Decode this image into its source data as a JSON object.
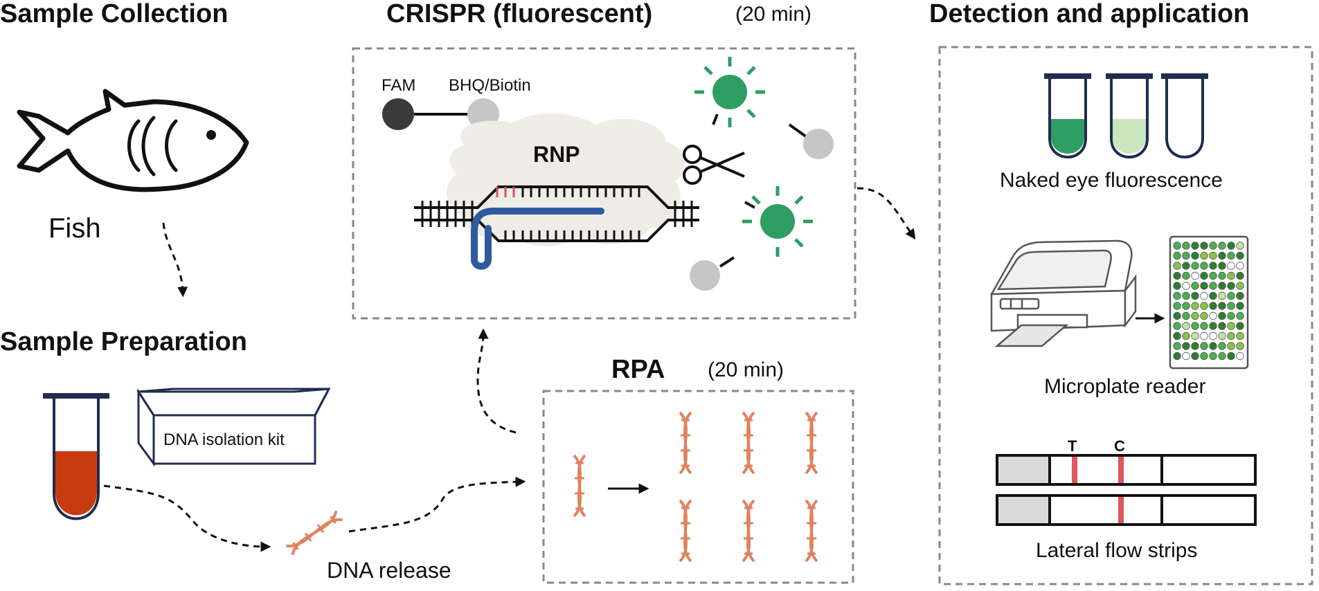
{
  "headings": {
    "sample_collection": "Sample Collection",
    "crispr": "CRISPR (fluorescent)",
    "crispr_time": "(20 min)",
    "detection": "Detection and application",
    "sample_preparation": "Sample Preparation",
    "rpa": "RPA",
    "rpa_time": "(20 min)"
  },
  "labels": {
    "fish": "Fish",
    "kit": "DNA isolation kit",
    "dna_release": "DNA release",
    "fam": "FAM",
    "bhq": "BHQ/Biotin",
    "rnp": "RNP",
    "naked_eye": "Naked eye fluorescence",
    "microplate": "Microplate reader",
    "lateral_flow": "Lateral flow strips",
    "strip_t": "T",
    "strip_c": "C"
  },
  "colors": {
    "fluor_green": "#2e9e62",
    "light_green": "#c9e6bf",
    "dna_orange": "#e0825e",
    "blood_red": "#c63a10",
    "tube_navy": "#1f2d4f",
    "guide_blue": "#2f5aa0",
    "strip_line_red": "#e0575c",
    "cloud": "#efece6",
    "box_dash": "#888888"
  },
  "icons": [
    "fish-icon",
    "tube-icon",
    "kit-box-icon",
    "dna-icon",
    "scissors-icon",
    "microplate-reader-icon",
    "well-plate-icon",
    "lateral-flow-strip-icon"
  ]
}
